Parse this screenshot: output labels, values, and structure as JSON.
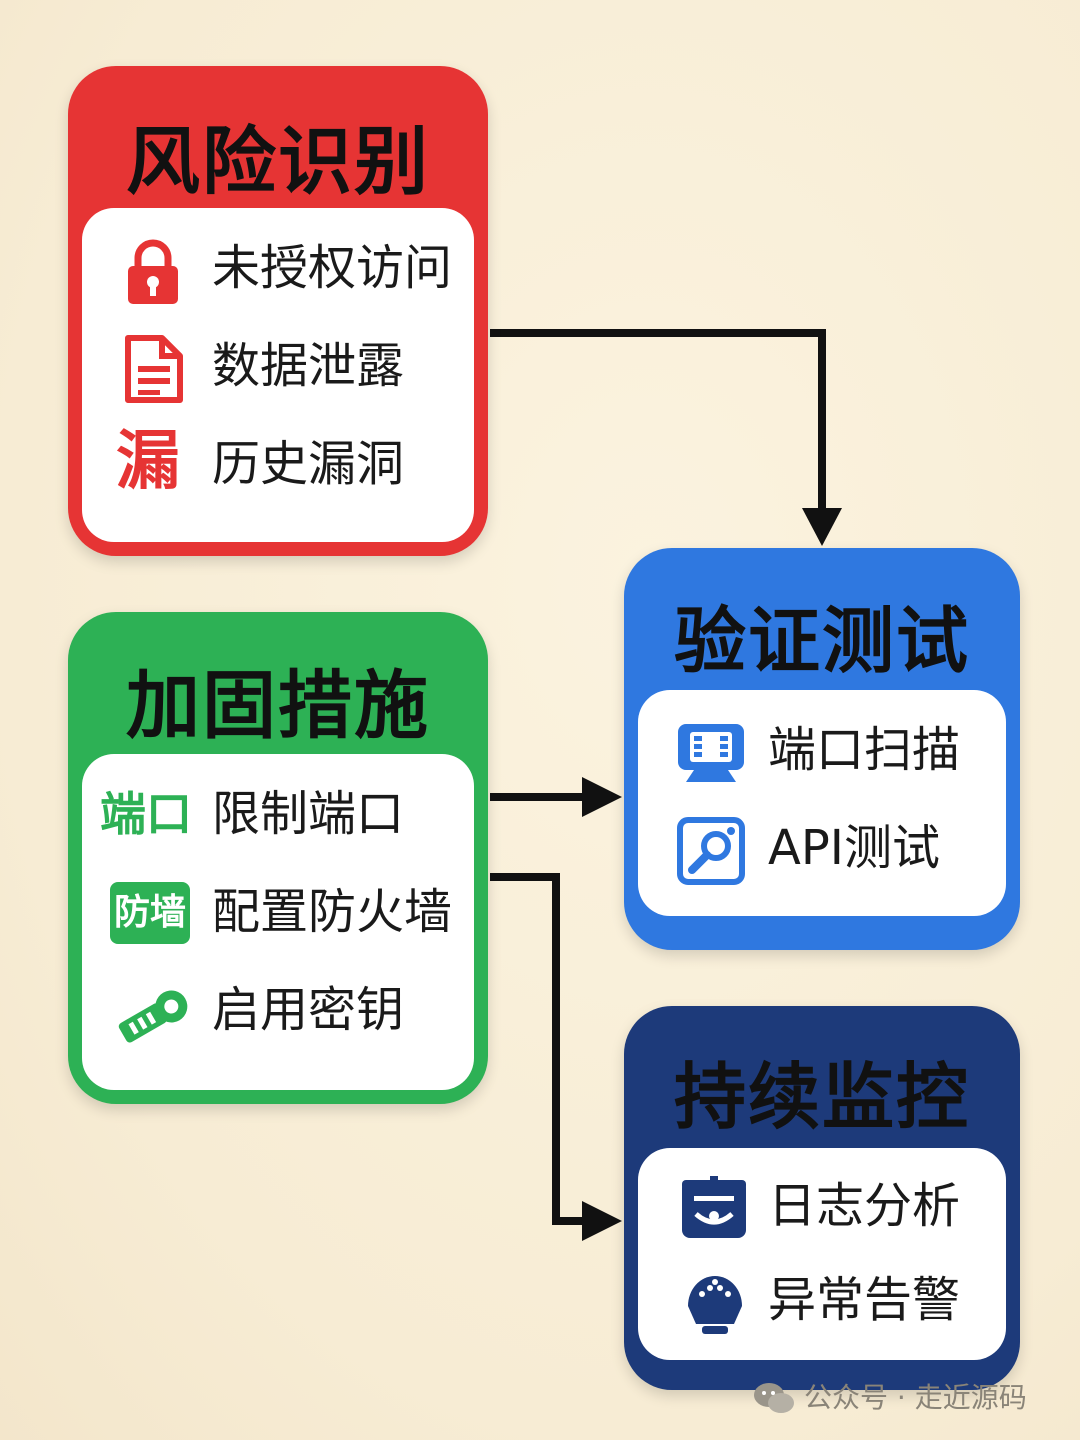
{
  "panels": {
    "risk": {
      "title": "风险识别",
      "color": "#e63434",
      "items": [
        {
          "label": "未授权访问",
          "icon": "lock-icon"
        },
        {
          "label": "数据泄露",
          "icon": "document-icon"
        },
        {
          "label": "历史漏洞",
          "icon": "leak-glyph-icon",
          "icon_text": "漏"
        }
      ]
    },
    "harden": {
      "title": "加固措施",
      "color": "#2db155",
      "items": [
        {
          "label": "限制端口",
          "icon": "port-glyph-icon",
          "icon_text": "端口"
        },
        {
          "label": "配置防火墙",
          "icon": "firewall-glyph-icon",
          "icon_text": "防墙"
        },
        {
          "label": "启用密钥",
          "icon": "key-icon"
        }
      ]
    },
    "verify": {
      "title": "验证测试",
      "color": "#2f78e0",
      "items": [
        {
          "label": "端口扫描",
          "icon": "scanner-icon"
        },
        {
          "label": "API测试",
          "icon": "magnifier-icon"
        }
      ]
    },
    "monitor": {
      "title": "持续监控",
      "color": "#1d3a7a",
      "items": [
        {
          "label": "日志分析",
          "icon": "log-eye-icon"
        },
        {
          "label": "异常告警",
          "icon": "alarm-bell-icon"
        }
      ]
    }
  },
  "watermark": {
    "text": "公众号 · 走近源码",
    "icon": "wechat-icon"
  }
}
